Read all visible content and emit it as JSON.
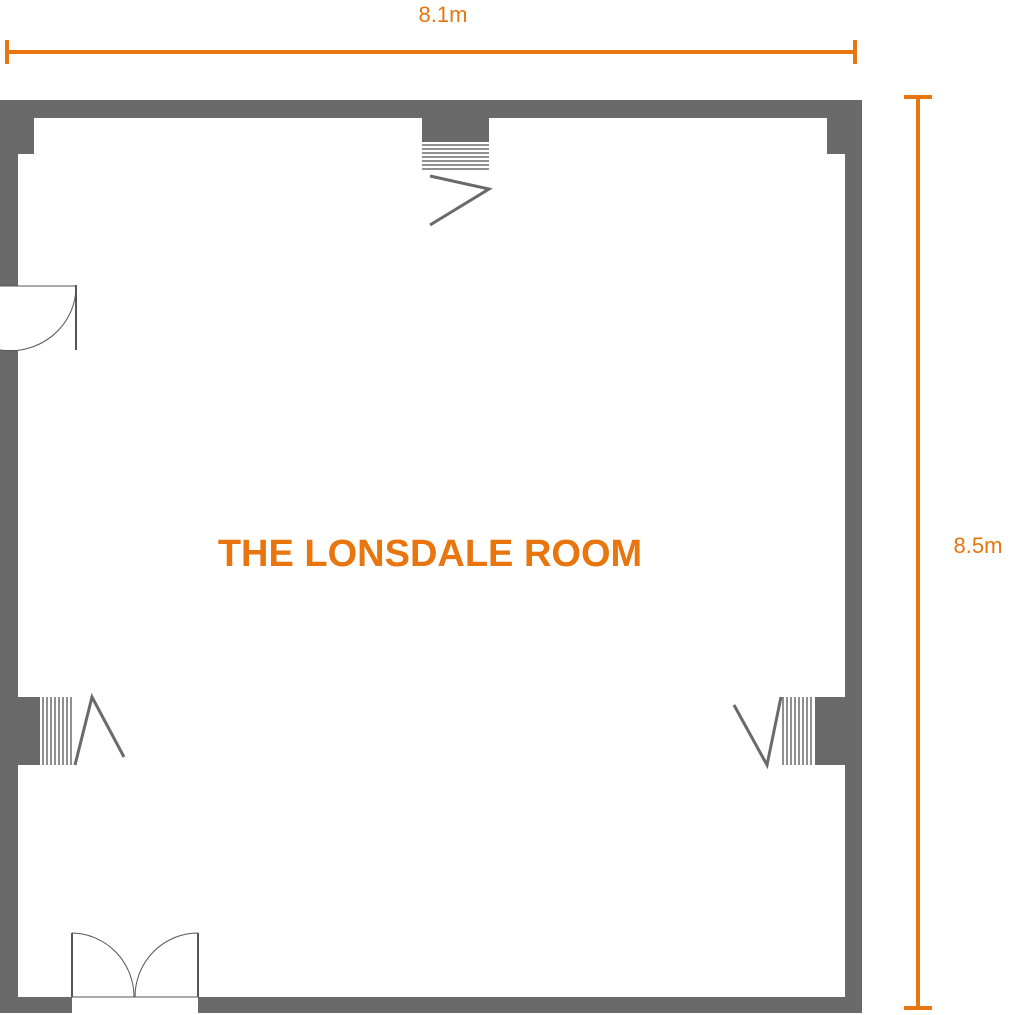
{
  "room": {
    "name": "THE LONSDALE ROOM"
  },
  "dimensions": {
    "width_label": "8.1m",
    "height_label": "8.5m"
  },
  "colors": {
    "accent": "#e8750e",
    "wall": "#6b6a6b",
    "line": "#555555",
    "background": "#ffffff"
  }
}
